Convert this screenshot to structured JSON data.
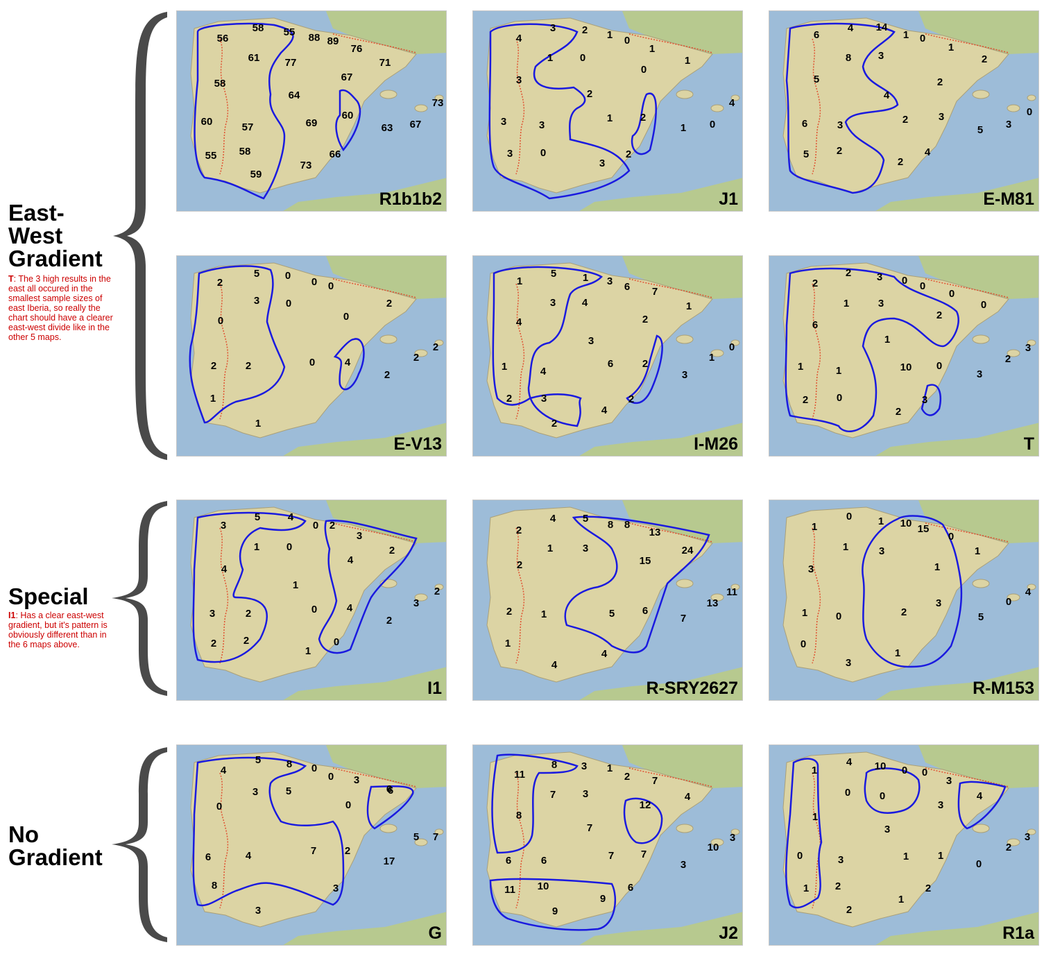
{
  "groups": [
    {
      "label": "East-\nWest\nGradient",
      "note_key": "T",
      "note": ": The 3 high results in the east all occured in the smallest sample sizes of east Iberia, so really the chart should have a clearer east-west divide like in the other 5 maps."
    },
    {
      "label": "Special",
      "note_key": "I1",
      "note": ": Has a clear east-west gradient, but it's pattern is obviously different than in the 6 maps above."
    },
    {
      "label": "No\nGradient"
    }
  ],
  "colors": {
    "sea": "#9dbcd8",
    "land": "#dcd4a4",
    "coast": "#b7c98f",
    "border": "#e05030",
    "region": "#1a1adf"
  },
  "maps": [
    {
      "title": "R1b1b2",
      "values": [
        "56",
        "58",
        "55",
        "88",
        "89",
        "76",
        "71",
        "61",
        "77",
        "58",
        "67",
        "64",
        "60",
        "60",
        "57",
        "69",
        "63",
        "67",
        "73",
        "58",
        "55",
        "59",
        "73",
        "66"
      ]
    },
    {
      "title": "J1",
      "values": [
        "4",
        "3",
        "2",
        "1",
        "0",
        "1",
        "1",
        "1",
        "0",
        "0",
        "3",
        "2",
        "3",
        "3",
        "1",
        "2",
        "1",
        "0",
        "4",
        "3",
        "0",
        "2",
        "3"
      ]
    },
    {
      "title": "E-M81",
      "values": [
        "6",
        "4",
        "14",
        "1",
        "0",
        "1",
        "2",
        "8",
        "3",
        "5",
        "2",
        "4",
        "6",
        "3",
        "2",
        "3",
        "3",
        "0",
        "5",
        "5",
        "2",
        "2",
        "4"
      ]
    },
    {
      "title": "E-V13",
      "values": [
        "2",
        "5",
        "0",
        "0",
        "0",
        "3",
        "0",
        "2",
        "0",
        "0",
        "2",
        "2",
        "0",
        "4",
        "2",
        "2",
        "2",
        "1",
        "1"
      ]
    },
    {
      "title": "I-M26",
      "values": [
        "1",
        "5",
        "1",
        "3",
        "6",
        "7",
        "1",
        "3",
        "4",
        "2",
        "4",
        "3",
        "1",
        "4",
        "6",
        "2",
        "3",
        "1",
        "0",
        "2",
        "3",
        "2",
        "4",
        "2"
      ]
    },
    {
      "title": "T",
      "values": [
        "2",
        "2",
        "3",
        "0",
        "0",
        "0",
        "0",
        "1",
        "3",
        "2",
        "6",
        "1",
        "1",
        "1",
        "10",
        "0",
        "3",
        "2",
        "3",
        "2",
        "0",
        "3",
        "2"
      ]
    },
    {
      "title": "I1",
      "values": [
        "3",
        "5",
        "4",
        "0",
        "2",
        "3",
        "2",
        "1",
        "0",
        "4",
        "4",
        "1",
        "3",
        "2",
        "0",
        "4",
        "3",
        "2",
        "2",
        "2",
        "2",
        "0",
        "1"
      ]
    },
    {
      "title": "R-SRY2627",
      "values": [
        "2",
        "4",
        "5",
        "8",
        "8",
        "13",
        "24",
        "1",
        "3",
        "15",
        "2",
        "11",
        "2",
        "1",
        "5",
        "6",
        "13",
        "7",
        "1",
        "4",
        "4"
      ]
    },
    {
      "title": "R-M153",
      "values": [
        "1",
        "0",
        "1",
        "10",
        "15",
        "0",
        "1",
        "1",
        "3",
        "1",
        "3",
        "3",
        "1",
        "0",
        "2",
        "5",
        "0",
        "4",
        "0",
        "3",
        "1"
      ]
    },
    {
      "title": "G",
      "values": [
        "4",
        "5",
        "8",
        "0",
        "0",
        "3",
        "6",
        "3",
        "5",
        "6",
        "0",
        "0",
        "6",
        "4",
        "7",
        "2",
        "17",
        "5",
        "7",
        "8",
        "3",
        "3"
      ]
    },
    {
      "title": "J2",
      "values": [
        "11",
        "8",
        "3",
        "1",
        "2",
        "7",
        "4",
        "7",
        "3",
        "12",
        "8",
        "7",
        "6",
        "6",
        "7",
        "7",
        "10",
        "3",
        "3",
        "11",
        "10",
        "6",
        "9",
        "9"
      ]
    },
    {
      "title": "R1a",
      "values": [
        "1",
        "4",
        "10",
        "0",
        "0",
        "3",
        "4",
        "0",
        "0",
        "1",
        "3",
        "3",
        "0",
        "3",
        "1",
        "1",
        "2",
        "3",
        "0",
        "1",
        "2",
        "2",
        "1",
        "2"
      ]
    }
  ]
}
